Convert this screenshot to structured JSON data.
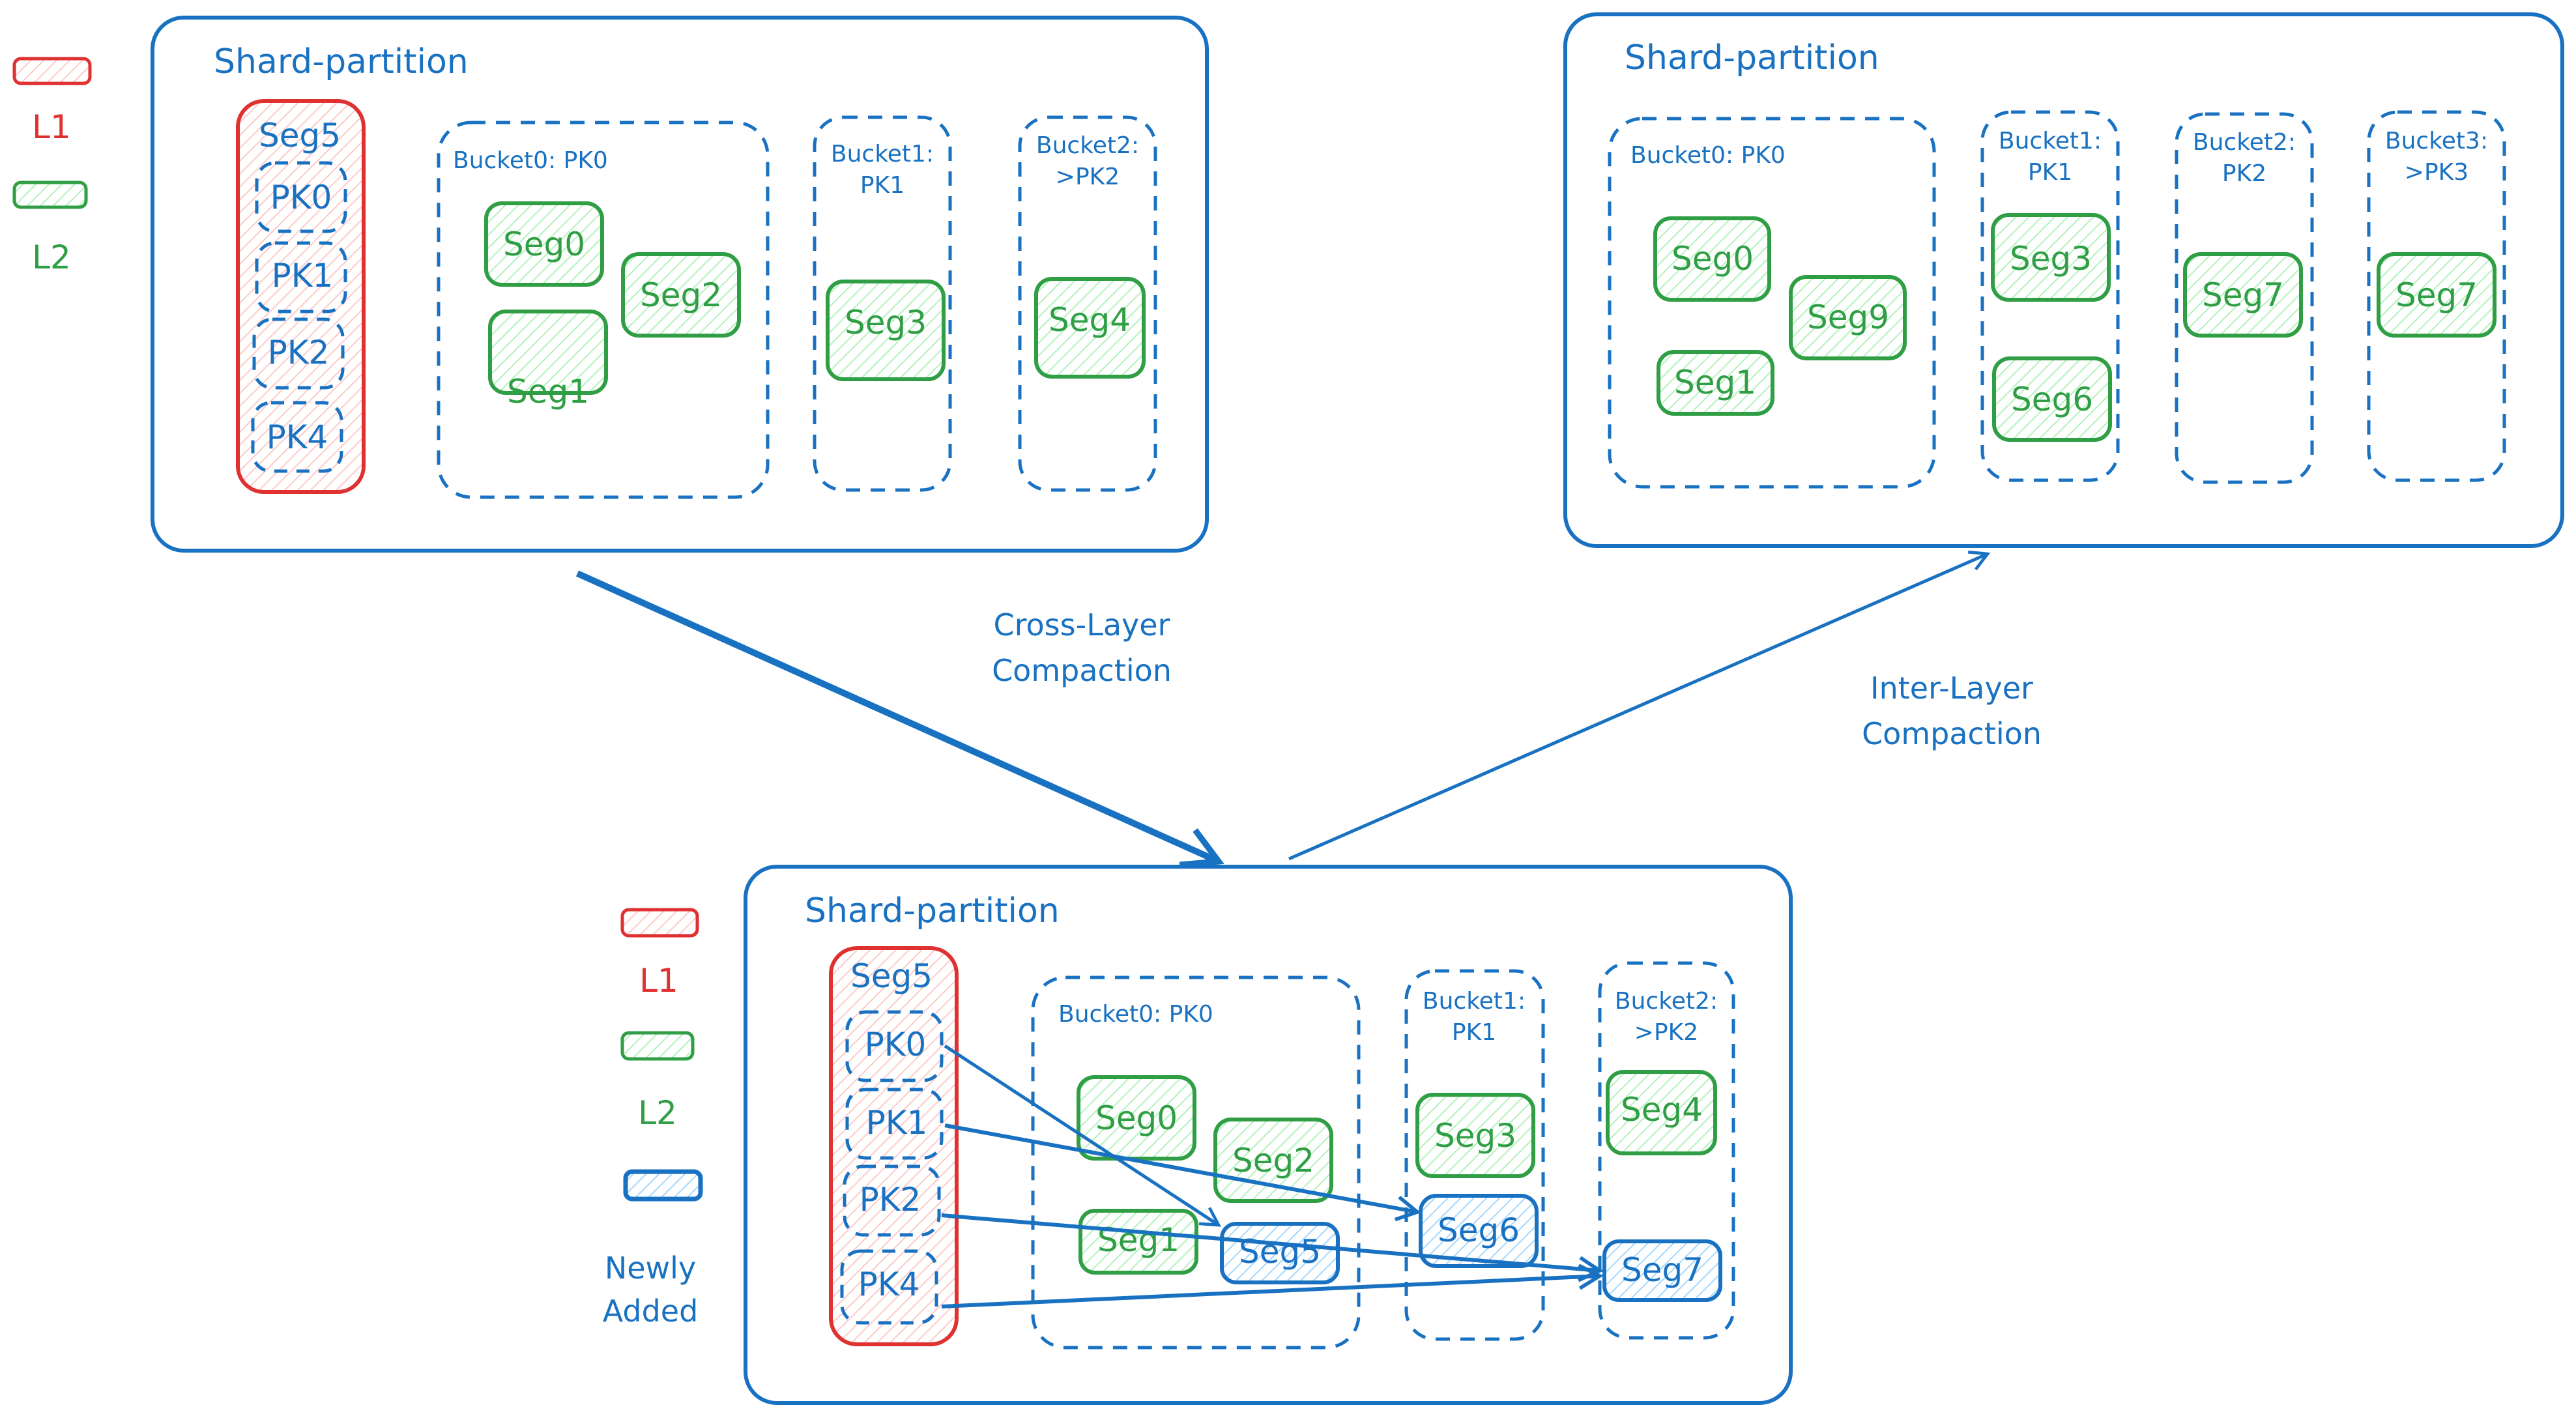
{
  "colors": {
    "blue": "#1971c2",
    "red": "#e03131",
    "red_fill": "#ffc9c9",
    "green": "#2f9e44",
    "green_fill": "#b2f2bb",
    "blue_fill": "#a5d8ff",
    "background": "#ffffff"
  },
  "legend_top": {
    "l1_label": "L1",
    "l2_label": "L2"
  },
  "legend_bottom": {
    "l1_label": "L1",
    "l2_label": "L2",
    "new_label_line1": "Newly",
    "new_label_line2": "Added"
  },
  "panel_before": {
    "title": "Shard-partition",
    "l1_segment": {
      "label": "Seg5",
      "pks": [
        "PK0",
        "PK1",
        "PK2",
        "PK4"
      ]
    },
    "buckets": [
      {
        "label_line1": "Bucket0: PK0",
        "label_line2": "",
        "segments": [
          "Seg0",
          "Seg1",
          "Seg2"
        ]
      },
      {
        "label_line1": "Bucket1:",
        "label_line2": "PK1",
        "segments": [
          "Seg3"
        ]
      },
      {
        "label_line1": "Bucket2:",
        "label_line2": ">PK2",
        "segments": [
          "Seg4"
        ]
      }
    ]
  },
  "panel_after_inter": {
    "title": "Shard-partition",
    "buckets": [
      {
        "label_line1": "Bucket0: PK0",
        "label_line2": "",
        "segments": [
          "Seg0",
          "Seg9",
          "Seg1"
        ]
      },
      {
        "label_line1": "Bucket1:",
        "label_line2": "PK1",
        "segments": [
          "Seg3",
          "Seg6"
        ]
      },
      {
        "label_line1": "Bucket2:",
        "label_line2": "PK2",
        "segments": [
          "Seg7"
        ]
      },
      {
        "label_line1": "Bucket3:",
        "label_line2": ">PK3",
        "segments": [
          "Seg7"
        ]
      }
    ]
  },
  "panel_after_cross": {
    "title": "Shard-partition",
    "l1_segment": {
      "label": "Seg5",
      "pks": [
        "PK0",
        "PK1",
        "PK2",
        "PK4"
      ]
    },
    "buckets": [
      {
        "label_line1": "Bucket0: PK0",
        "label_line2": "",
        "segments": [
          "Seg0",
          "Seg2",
          "Seg1"
        ],
        "new_segments": [
          "Seg5"
        ]
      },
      {
        "label_line1": "Bucket1:",
        "label_line2": "PK1",
        "segments": [
          "Seg3"
        ],
        "new_segments": [
          "Seg6"
        ]
      },
      {
        "label_line1": "Bucket2:",
        "label_line2": ">PK2",
        "segments": [
          "Seg4"
        ],
        "new_segments": [
          "Seg7"
        ]
      }
    ],
    "mappings": [
      {
        "from": "PK0",
        "to": "Seg5"
      },
      {
        "from": "PK1",
        "to": "Seg6"
      },
      {
        "from": "PK2",
        "to": "Seg7"
      },
      {
        "from": "PK4",
        "to": "Seg7"
      }
    ]
  },
  "arrows": {
    "cross_layer_line1": "Cross-Layer",
    "cross_layer_line2": "Compaction",
    "inter_layer_line1": "Inter-Layer",
    "inter_layer_line2": "Compaction"
  }
}
